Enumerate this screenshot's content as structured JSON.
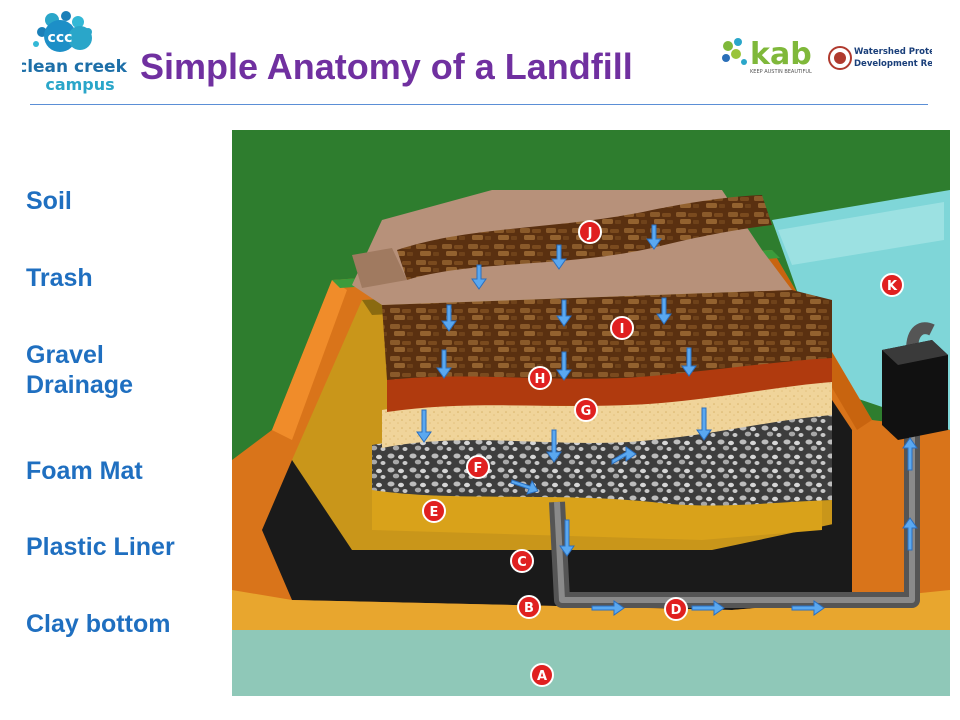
{
  "header": {
    "title": "Simple Anatomy of a Landfill",
    "logo_left": {
      "line1": "clean creek",
      "line2": "campus"
    },
    "logo_kab": {
      "wordmark": "kab",
      "tagline": "KEEP AUSTIN BEAUTIFUL"
    },
    "logo_wpd": {
      "line1": "Watershed Protection",
      "line2": "Development Review"
    }
  },
  "legend": [
    {
      "label": "Soil"
    },
    {
      "label": "Trash"
    },
    {
      "label": "Gravel Drainage"
    },
    {
      "label": "Foam Mat"
    },
    {
      "label": "Plastic Liner"
    },
    {
      "label": "Clay bottom"
    }
  ],
  "diagram": {
    "markers": [
      "A",
      "B",
      "C",
      "D",
      "E",
      "F",
      "G",
      "H",
      "I",
      "J",
      "K"
    ],
    "colors": {
      "grass": "#2e7d2e",
      "orange_wall": "#e07d17",
      "clay": "#e8a62e",
      "liner": "#1a1a1a",
      "gravel": "#4a4a4a",
      "sand": "#f0d49a",
      "red_layer": "#b03a0e",
      "trash": "#5a3010",
      "soil": "#b7917a",
      "water": "#7fd6d8",
      "marker": "#e02020",
      "arrow": "#5aa8f0"
    }
  }
}
